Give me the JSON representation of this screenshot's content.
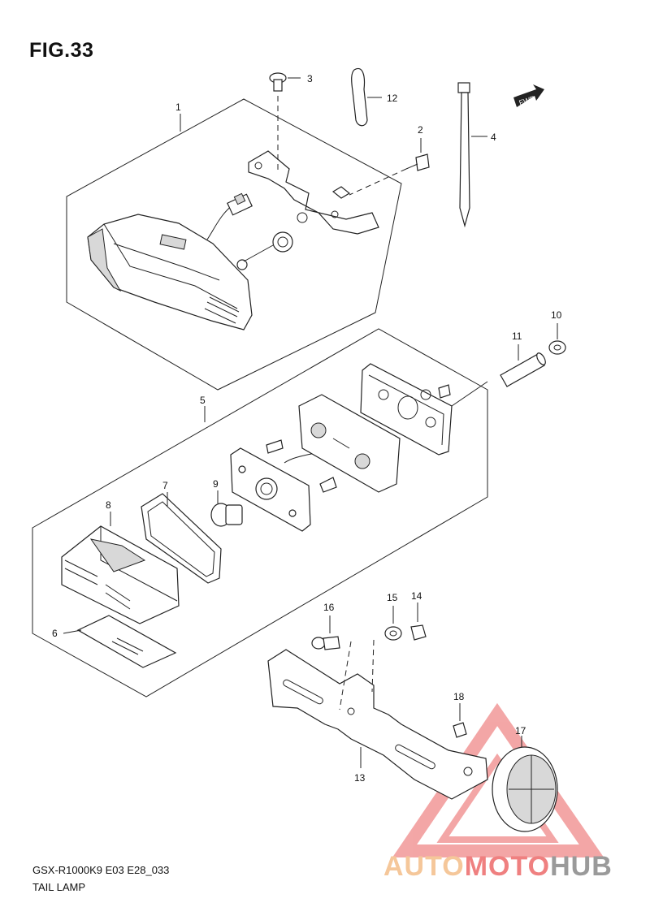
{
  "figure": {
    "title": "FIG.33",
    "model_code": "GSX-R1000K9 E03 E28_033",
    "part_name": "TAIL LAMP"
  },
  "fwd_label": "FWD",
  "watermark": {
    "part1": "AUTO",
    "part2": "MOTO",
    "part3": "HUB",
    "colors": [
      "#f5c79a",
      "#ef8080",
      "#9a9a9a"
    ]
  },
  "callouts": [
    "1",
    "2",
    "3",
    "4",
    "5",
    "6",
    "7",
    "8",
    "9",
    "10",
    "11",
    "12",
    "13",
    "14",
    "15",
    "16",
    "17",
    "18"
  ]
}
